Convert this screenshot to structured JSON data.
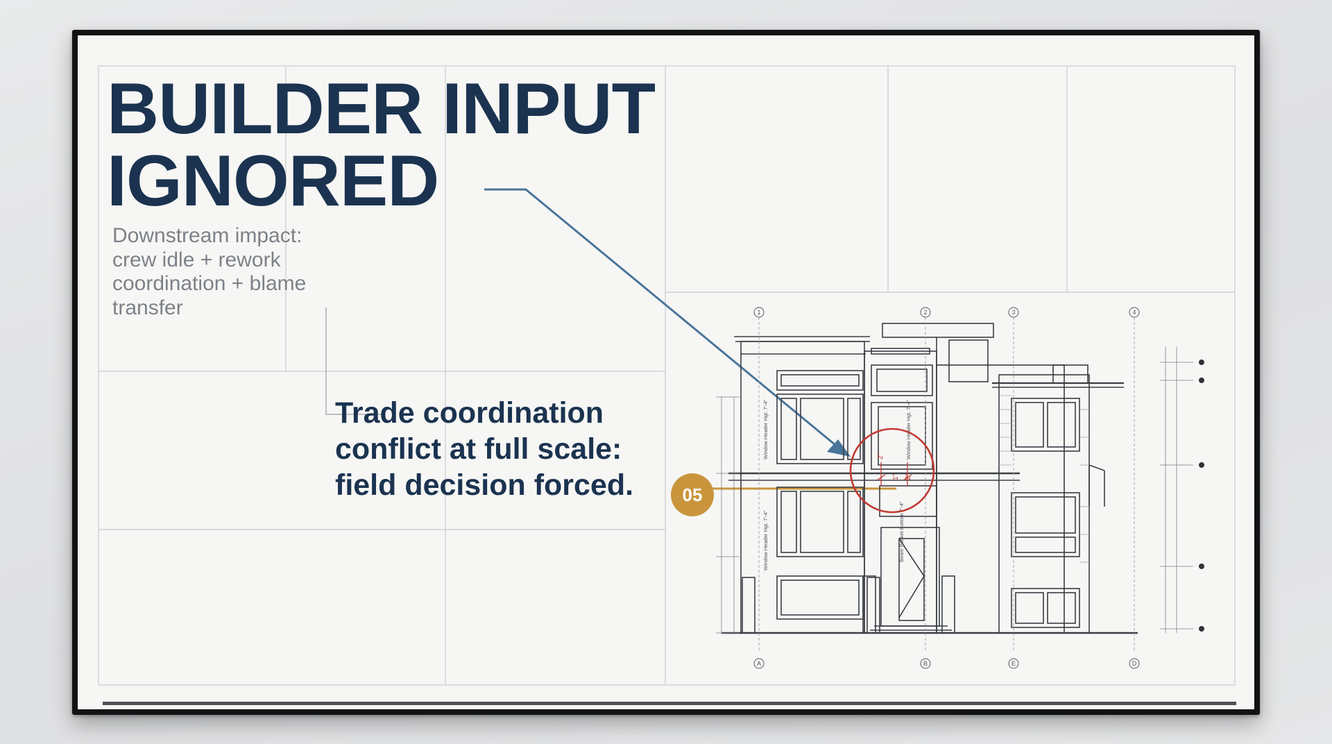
{
  "slide": {
    "title_lines": [
      "BUILDER INPUT",
      "IGNORED"
    ],
    "impact_text": "Downstream impact: crew idle + rework coordination + blame transfer",
    "conflict_text": "Trade coordination conflict at full scale: field decision forced.",
    "step_badge": "05"
  },
  "drawing": {
    "column_markers_top": [
      "1",
      "2",
      "3",
      "4"
    ],
    "column_markers_bottom": [
      "A",
      "B",
      "E",
      "D"
    ],
    "callouts": [
      "Window Header Hgt. 7'-4\"",
      "Window Header Hgt. 7'-4\"",
      "Window Header Hgt. 7'-4\"",
      "Beam Pocket Bottom 7'-4\""
    ],
    "conflict_dims": [
      "2\"",
      "1\"",
      "2\""
    ]
  },
  "colors": {
    "title": "#1b3350",
    "impact_text": "#7d8188",
    "badge": "#c9953c",
    "arrow": "#4a7499",
    "conflict_circle": "#c23a32",
    "linework": "#3a3e44"
  }
}
